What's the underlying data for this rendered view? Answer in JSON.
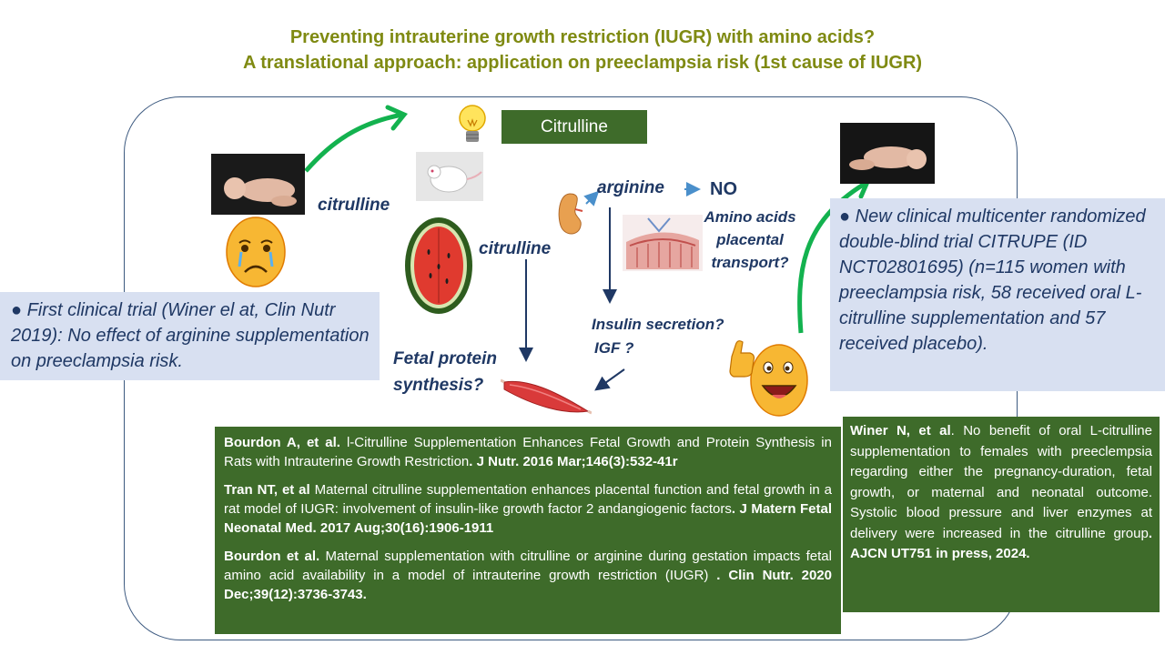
{
  "title": {
    "line1": "Preventing intrauterine growth restriction (IUGR) with amino acids?",
    "line2": "A translational approach: application on preeclampsia risk (1st cause of IUGR)"
  },
  "badge": "Citrulline",
  "labels": {
    "citrulline_left": "citrulline",
    "citrulline_mid": "citrulline",
    "arginine": "arginine",
    "no": "NO",
    "transport": [
      "Amino acids",
      "placental",
      "transport?"
    ],
    "insulin": [
      "Insulin secretion?",
      "IGF ?"
    ],
    "fetal": [
      "Fetal protein",
      "synthesis?"
    ]
  },
  "notes": {
    "bullet": "●",
    "left": "First clinical trial (Winer el at, Clin Nutr 2019): No effect of arginine supplementation on preeclampsia risk.",
    "right": "New clinical multicenter randomized double-blind trial CITRUPE (ID NCT02801695) (n=115 women with preeclampsia risk, 58 received oral L-citrulline supplementation and 57 received placebo)."
  },
  "references": [
    {
      "authors": "Bourdon A, et al.",
      "text": " l-Citrulline Supplementation Enhances Fetal Growth and Protein Synthesis in Rats with Intrauterine Growth Restriction",
      "source": ". J Nutr. 2016 Mar;146(3):532-41r"
    },
    {
      "authors": "Tran NT, et al",
      "text": " Maternal citrulline supplementation enhances placental function and fetal growth in a rat model of IUGR: involvement of insulin-like growth factor 2 andangiogenic factors",
      "source": ". J Matern Fetal Neonatal Med. 2017 Aug;30(16):1906-1911"
    },
    {
      "authors": "Bourdon  et al.",
      "text": " Maternal supplementation with citrulline or arginine during gestation impacts fetal amino acid availability in a model of intrauterine growth restriction (IUGR)",
      "source": " . Clin Nutr. 2020 Dec;39(12):3736-3743."
    }
  ],
  "result": {
    "authors": "Winer N, et al",
    "text": ". No benefit of oral L-citrulline supplementation to females with preeclempsia regarding either the pregnancy-duration, fetal growth, or maternal and neonatal outcome. Systolic blood pressure and liver enzymes at delivery were increased in the citrulline group",
    "source": ". AJCN UT751 in press, 2024."
  },
  "colors": {
    "title": "#7f8a12",
    "green_box": "#3e6b2a",
    "arrow_green": "#13b24f",
    "navy": "#1f3864",
    "note_bg": "#d8e0f1",
    "frame": "#3d5a80"
  }
}
